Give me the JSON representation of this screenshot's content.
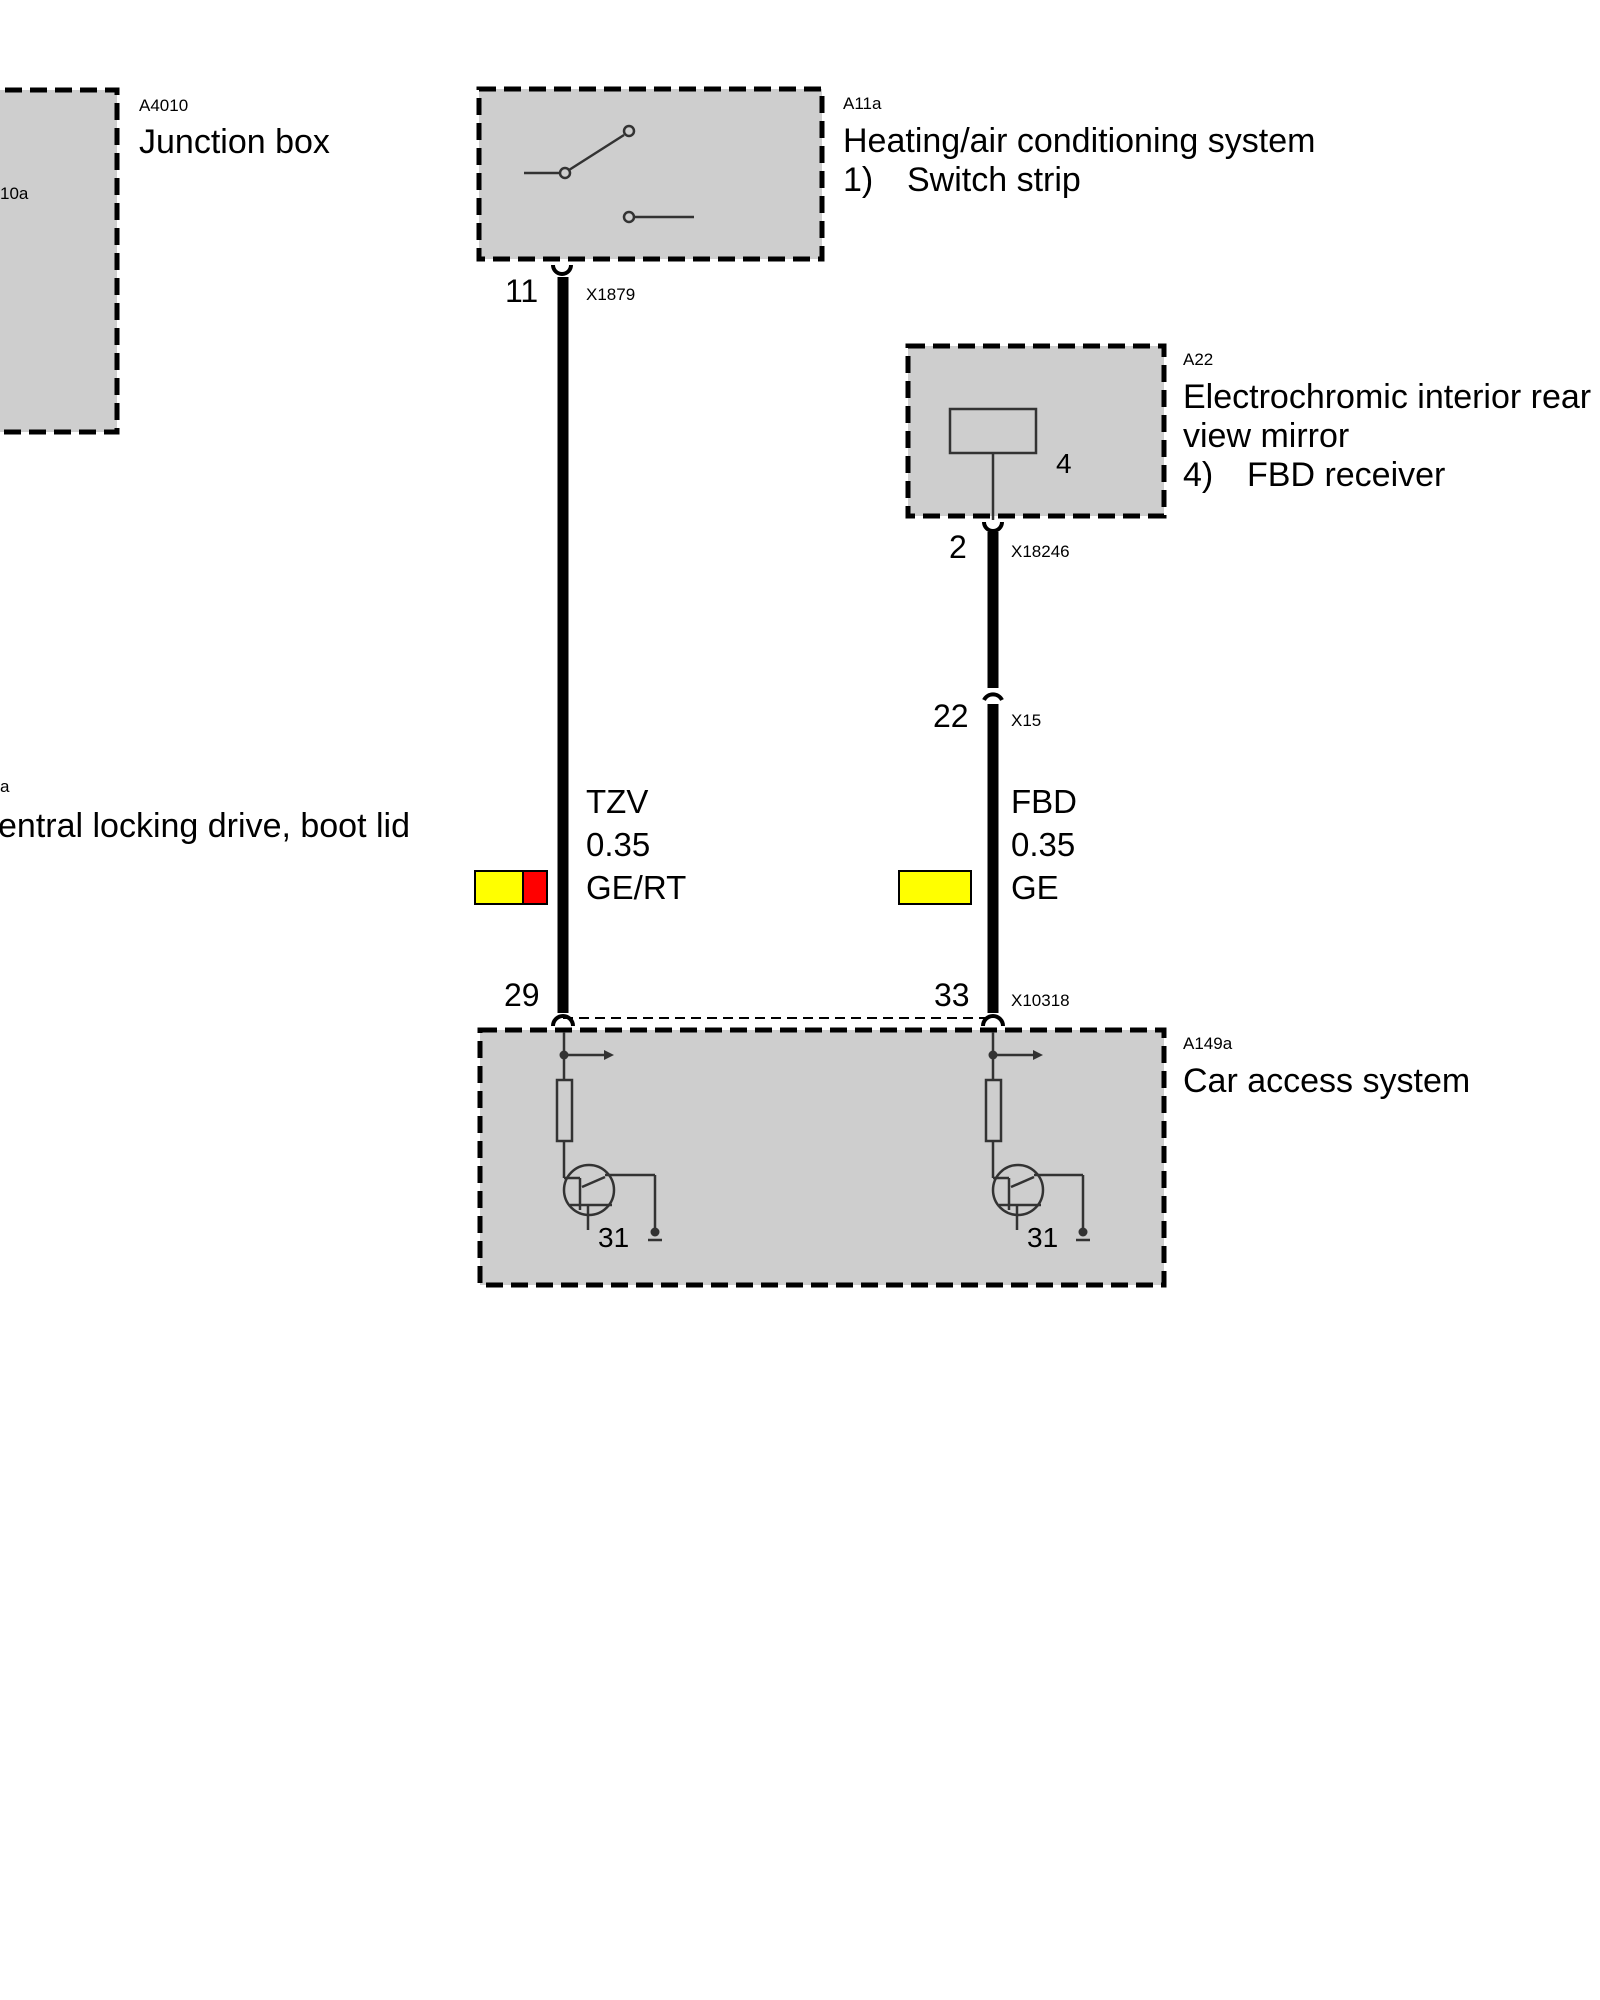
{
  "components": {
    "a4010": {
      "id": "A4010",
      "name": "Junction box",
      "sub_id": "10a"
    },
    "a11a": {
      "id": "A11a",
      "name": "Heating/air conditioning system",
      "item_num": "1)",
      "item_label": "Switch strip"
    },
    "a22": {
      "id": "A22",
      "name_line1": "Electrochromic interior rear",
      "name_line2": "view mirror",
      "item_num": "4)",
      "item_label": "FBD receiver",
      "inner_label": "4"
    },
    "a149a": {
      "id": "A149a",
      "name": "Car access system",
      "ground_label_1": "31",
      "ground_label_2": "31"
    },
    "partial": {
      "id": "a",
      "name": "entral locking drive, boot lid"
    }
  },
  "connectors": {
    "x1879": {
      "id": "X1879",
      "pin": "11"
    },
    "x18246": {
      "id": "X18246",
      "pin": "2"
    },
    "x15": {
      "id": "X15",
      "pin": "22"
    },
    "x10318": {
      "id": "X10318",
      "pin_left": "29",
      "pin_right": "33"
    }
  },
  "wires": {
    "tzv": {
      "signal": "TZV",
      "size": "0.35",
      "color_code": "GE/RT",
      "colors": [
        "#ffff00",
        "#ff0000"
      ]
    },
    "fbd": {
      "signal": "FBD",
      "size": "0.35",
      "color_code": "GE",
      "colors": [
        "#ffff00"
      ]
    }
  }
}
